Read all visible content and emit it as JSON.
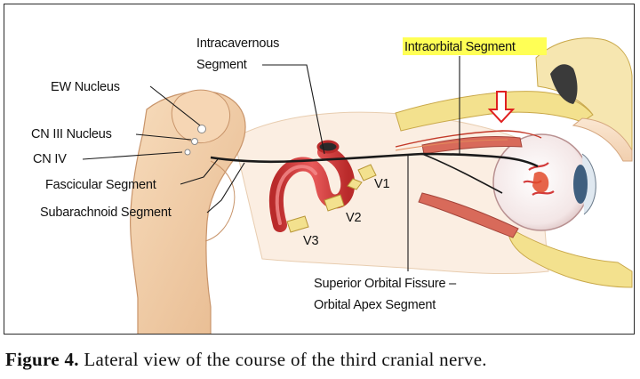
{
  "diagram": {
    "labels": {
      "ew_nucleus": "EW Nucleus",
      "cn3_nucleus": "CN III Nucleus",
      "cn4": "CN IV",
      "fascicular": "Fascicular Segment",
      "subarachnoid": "Subarachnoid Segment",
      "intracavernous_line1": "Intracavernous",
      "intracavernous_line2": "Segment",
      "intraorbital": "Intraorbital Segment",
      "v1": "V1",
      "v2": "V2",
      "v3": "V3",
      "sof_line1": "Superior Orbital Fissure –",
      "sof_line2": "Orbital Apex Segment"
    },
    "colors": {
      "highlight": "#ffff55",
      "arrow": "#e02020",
      "nerve": "#1a1a1a",
      "artery": "#d33a3a",
      "brainstem": "#f0c9a0",
      "bone": "#f2e08a"
    }
  },
  "caption": {
    "label": "Figure 4.",
    "text": " Lateral view of the course of the third cranial nerve."
  }
}
